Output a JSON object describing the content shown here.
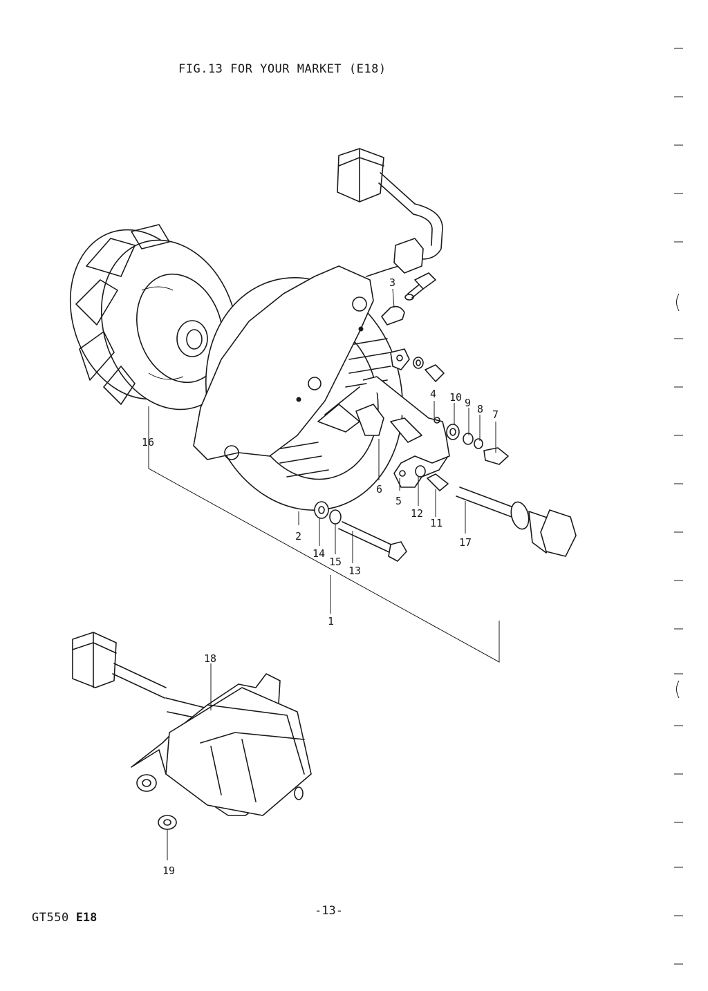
{
  "figure": {
    "title": "FIG.13  FOR YOUR MARKET (E18)"
  },
  "callouts": [
    "1",
    "2",
    "3",
    "4",
    "5",
    "6",
    "7",
    "8",
    "9",
    "10",
    "11",
    "12",
    "13",
    "14",
    "15",
    "16",
    "17",
    "18",
    "19"
  ],
  "footer": {
    "model": "GT550",
    "market_code": "E18",
    "page_number": "-13-"
  }
}
